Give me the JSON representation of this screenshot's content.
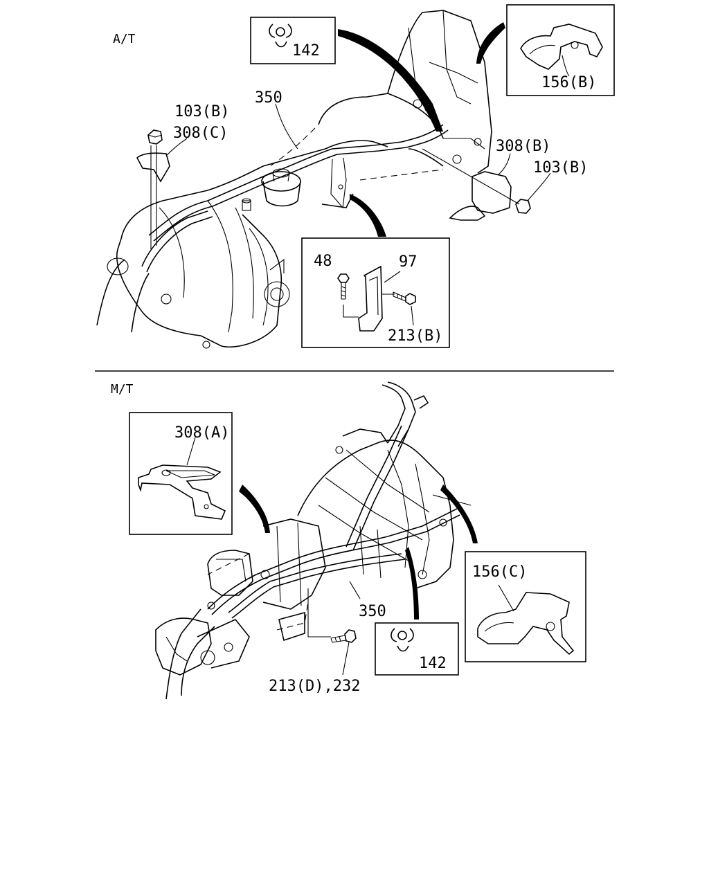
{
  "sections": {
    "at": {
      "label": "A/T"
    },
    "mt": {
      "label": "M/T"
    }
  },
  "callouts": {
    "at_142": "142",
    "at_156b": "156(B)",
    "at_350": "350",
    "at_103b_left": "103(B)",
    "at_308c": "308(C)",
    "at_308b": "308(B)",
    "at_103b_right": "103(B)",
    "at_48": "48",
    "at_97": "97",
    "at_213b": "213(B)",
    "mt_308a": "308(A)",
    "mt_156c": "156(C)",
    "mt_350": "350",
    "mt_142": "142",
    "mt_213d_232": "213(D),232"
  }
}
